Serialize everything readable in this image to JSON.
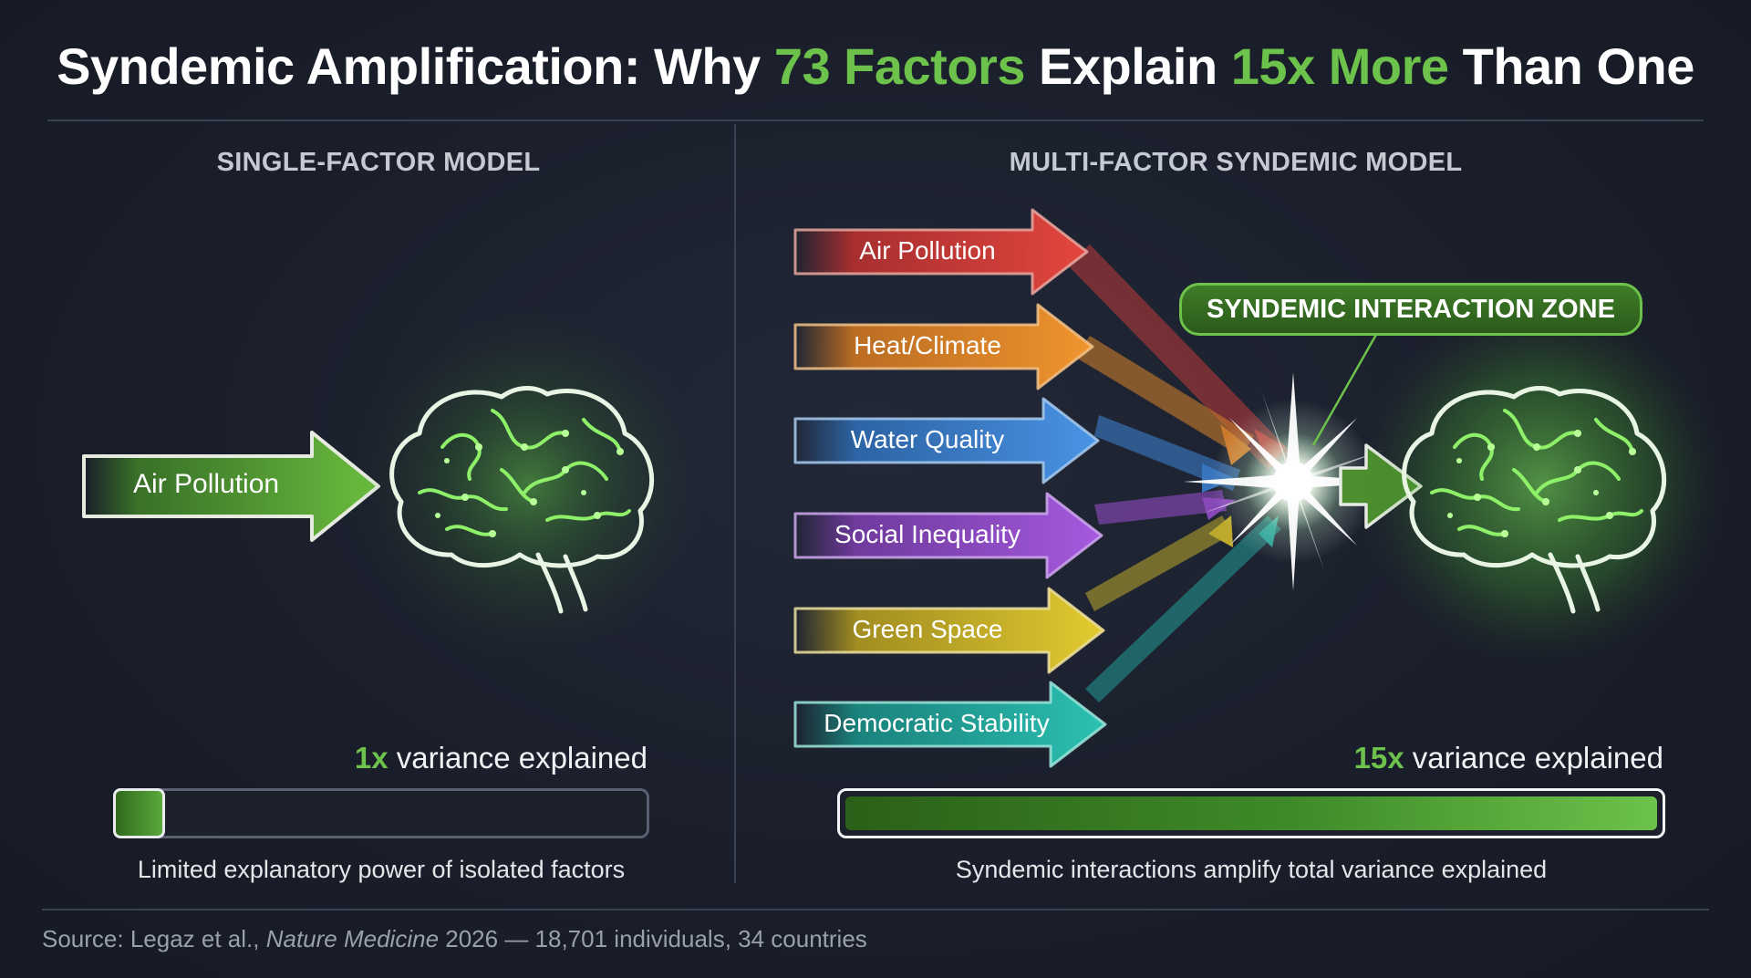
{
  "title": {
    "part1": "Syndemic Amplification: Why ",
    "highlight1": "73 Factors",
    "part2": " Explain ",
    "highlight2": "15x More",
    "part3": " Than One"
  },
  "left_panel": {
    "heading": "SINGLE-FACTOR MODEL",
    "factor": "Air Pollution",
    "multiplier": "1x",
    "variance_text": " variance explained",
    "variance_fraction": 0.067,
    "caption": "Limited explanatory power of isolated factors"
  },
  "right_panel": {
    "heading": "MULTI-FACTOR SYNDEMIC MODEL",
    "factors": [
      {
        "label": "Air Pollution",
        "color": "#d8403c"
      },
      {
        "label": "Heat/Climate",
        "color": "#e88a2a"
      },
      {
        "label": "Water Quality",
        "color": "#3d84d6"
      },
      {
        "label": "Social Inequality",
        "color": "#9a4fd0"
      },
      {
        "label": "Green Space",
        "color": "#d9c22c"
      },
      {
        "label": "Democratic Stability",
        "color": "#23b3a7"
      }
    ],
    "zone_label": "SYNDEMIC INTERACTION ZONE",
    "multiplier": "15x",
    "variance_text": " variance explained",
    "variance_fraction": 1.0,
    "caption": "Syndemic interactions amplify total variance explained"
  },
  "source": {
    "prefix": "Source: Legaz et al., ",
    "journal": "Nature Medicine",
    "suffix": " 2026 — 18,701 individuals, 34 countries"
  },
  "colors": {
    "accent_green": "#6cc24a",
    "background": "#1c2030",
    "brain_glow": "#7ee05a"
  },
  "icons": [
    "brain-icon",
    "arrow-icon",
    "starburst-icon"
  ]
}
